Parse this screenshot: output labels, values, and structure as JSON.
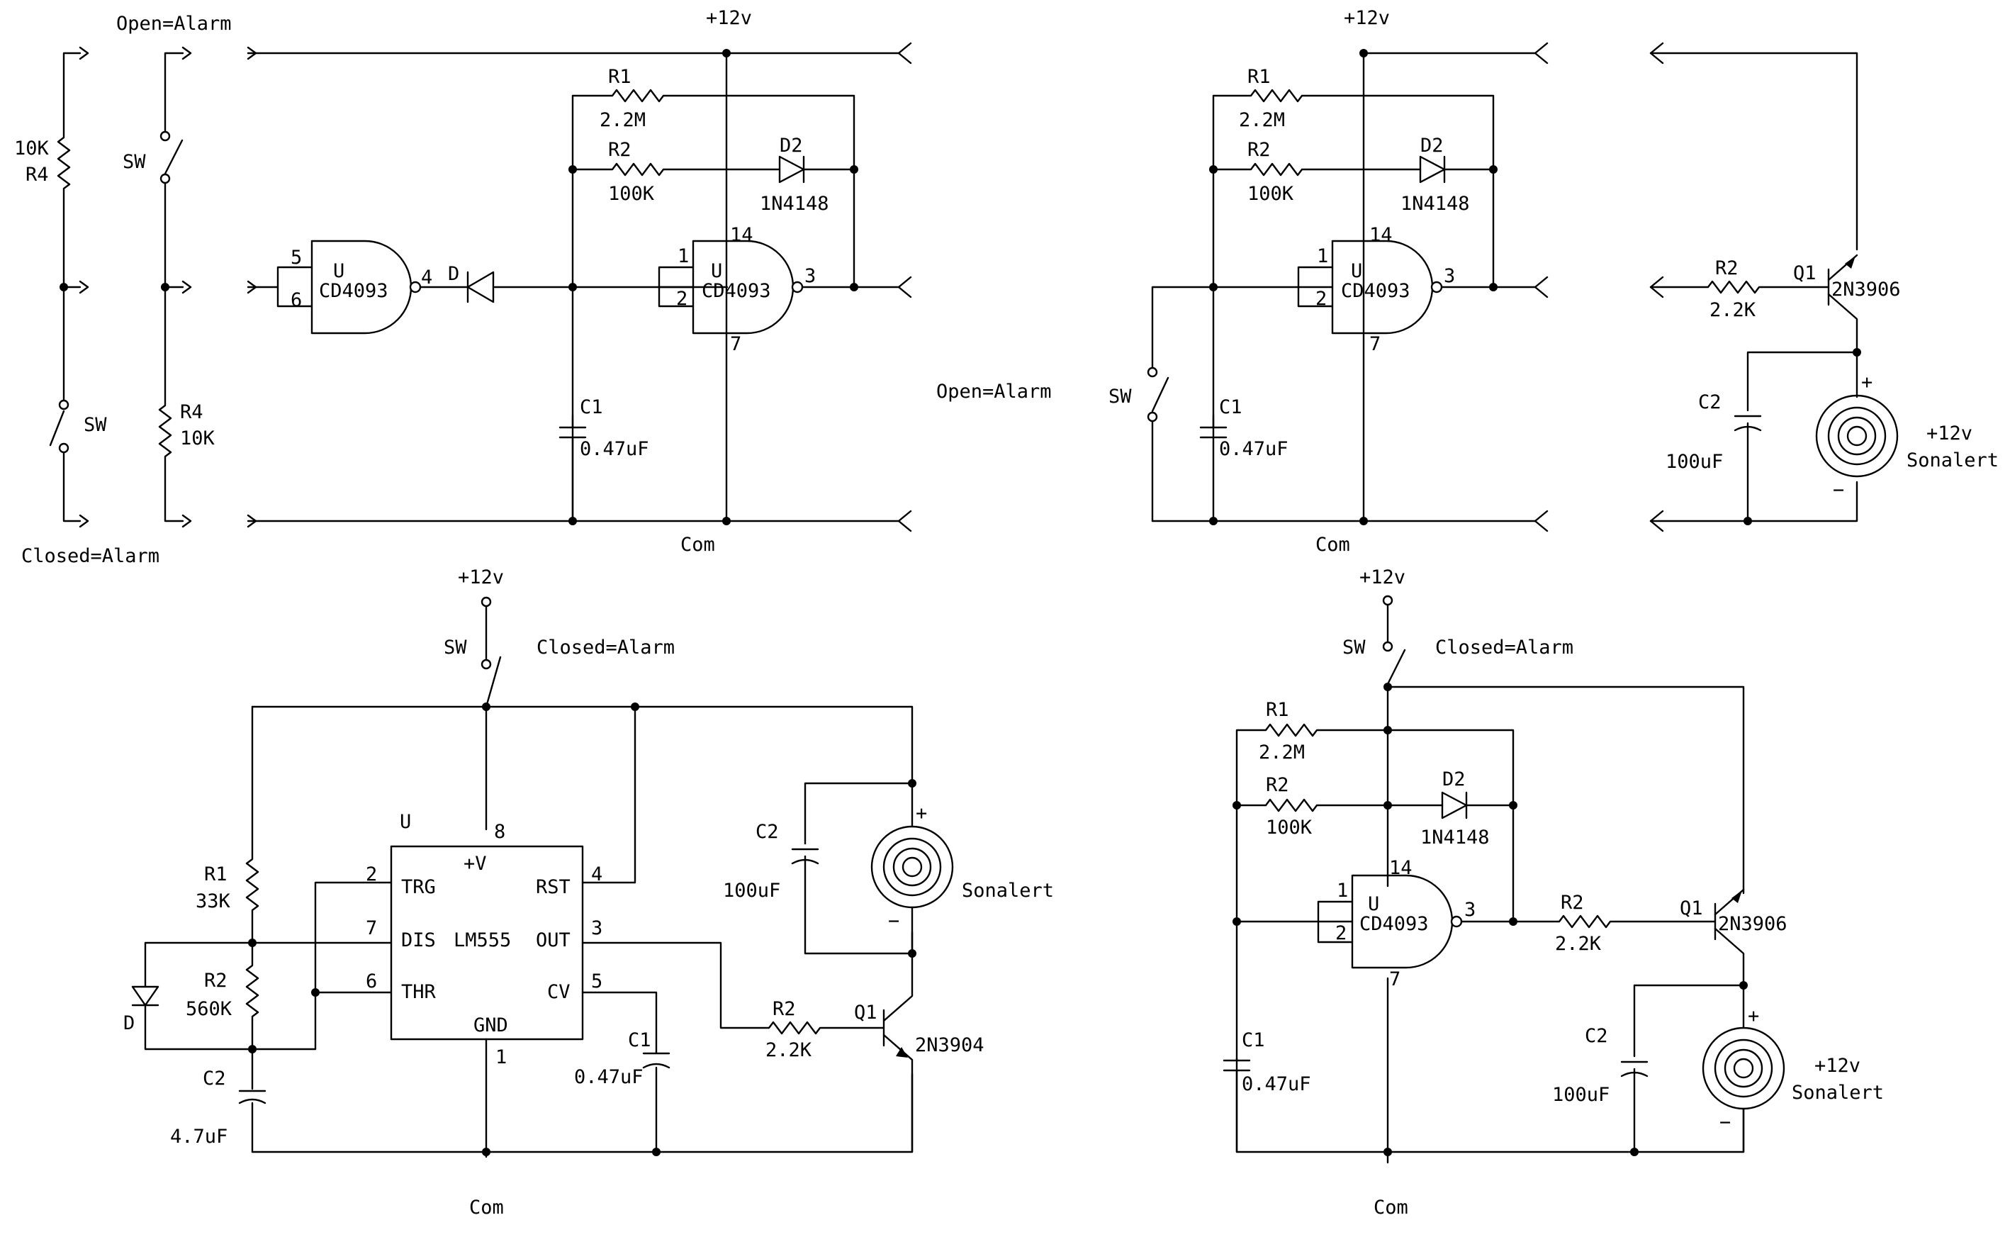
{
  "colors": {
    "ink": "#000000",
    "background": "#ffffff"
  },
  "labels": {
    "c1_open_alarm": "Open=Alarm",
    "c1_closed_alarm": "Closed=Alarm",
    "c1_r4a_val": "10K",
    "c1_r4a_name": "R4",
    "c1_sw_a": "SW",
    "c1_sw_b": "SW",
    "c1_r4b_name": "R4",
    "c1_r4b_val": "10K",
    "c2_vcc": "+12v",
    "c2_r1": "R1",
    "c2_r1_val": "2.2M",
    "c2_r2": "R2",
    "c2_r2_val": "100K",
    "c2_d2": "D2",
    "c2_d2_val": "1N4148",
    "c2_u1_u": "U",
    "c2_u1_part": "CD4093",
    "c2_u1_p5": "5",
    "c2_u1_p6": "6",
    "c2_u1_p4": "4",
    "c2_d": "D",
    "c2_u2_u": "U",
    "c2_u2_part": "CD4093",
    "c2_u2_p1": "1",
    "c2_u2_p2": "2",
    "c2_u2_p14": "14",
    "c2_u2_p3": "3",
    "c2_u2_p7": "7",
    "c2_c1": "C1",
    "c2_c1_val": "0.47uF",
    "c2_com": "Com",
    "c3_vcc": "+12v",
    "c3_r1": "R1",
    "c3_r1_val": "2.2M",
    "c3_r2": "R2",
    "c3_r2_val": "100K",
    "c3_d2": "D2",
    "c3_d2_val": "1N4148",
    "c3_u_u": "U",
    "c3_u_part": "CD4093",
    "c3_p1": "1",
    "c3_p2": "2",
    "c3_p14": "14",
    "c3_p3": "3",
    "c3_p7": "7",
    "c3_open_alarm": "Open=Alarm",
    "c3_sw": "SW",
    "c3_c1": "C1",
    "c3_c1_val": "0.47uF",
    "c3_com": "Com",
    "c4_r2": "R2",
    "c4_r2_val": "2.2K",
    "c4_q1": "Q1",
    "c4_q1_part": "2N3906",
    "c4_c2": "C2",
    "c4_c2_val": "100uF",
    "c4_plus": "+",
    "c4_minus": "−",
    "c4_vcc": "+12v",
    "c4_sonalert": "Sonalert",
    "c5_vcc": "+12v",
    "c5_sw": "SW",
    "c5_closed_alarm": "Closed=Alarm",
    "c5_u": "U",
    "c5_p8": "8",
    "c5_plusv": "+V",
    "c5_p2": "2",
    "c5_trg": "TRG",
    "c5_rst": "RST",
    "c5_p4": "4",
    "c5_p7": "7",
    "c5_dis": "DIS",
    "c5_part": "LM555",
    "c5_out": "OUT",
    "c5_p3": "3",
    "c5_p6": "6",
    "c5_thr": "THR",
    "c5_cv": "CV",
    "c5_p5": "5",
    "c5_gnd": "GND",
    "c5_p1": "1",
    "c5_r1": "R1",
    "c5_r1_val": "33K",
    "c5_r2": "R2",
    "c5_r2_val": "560K",
    "c5_d": "D",
    "c5_c2": "C2",
    "c5_c2_val": "4.7uF",
    "c5_c1": "C1",
    "c5_c1_val": "0.47uF",
    "c5_sc2": "C2",
    "c5_sc2_val": "100uF",
    "c5_plus": "+",
    "c5_minus": "−",
    "c5_sonalert": "Sonalert",
    "c5_r2b": "R2",
    "c5_r2b_val": "2.2K",
    "c5_q1": "Q1",
    "c5_q1_part": "2N3904",
    "c5_com": "Com",
    "c6_vcc": "+12v",
    "c6_sw": "SW",
    "c6_closed_alarm": "Closed=Alarm",
    "c6_r1": "R1",
    "c6_r1_val": "2.2M",
    "c6_r2": "R2",
    "c6_r2_val": "100K",
    "c6_d2": "D2",
    "c6_d2_val": "1N4148",
    "c6_p14": "14",
    "c6_p1": "1",
    "c6_u": "U",
    "c6_part": "CD4093",
    "c6_p2": "2",
    "c6_p3": "3",
    "c6_p7": "7",
    "c6_r2b": "R2",
    "c6_r2b_val": "2.2K",
    "c6_q1": "Q1",
    "c6_q1_part": "2N3906",
    "c6_c1": "C1",
    "c6_c1_val": "0.47uF",
    "c6_c2": "C2",
    "c6_c2_val": "100uF",
    "c6_plus": "+",
    "c6_minus": "−",
    "c6_vcc2": "+12v",
    "c6_sonalert": "Sonalert",
    "c6_com": "Com"
  }
}
